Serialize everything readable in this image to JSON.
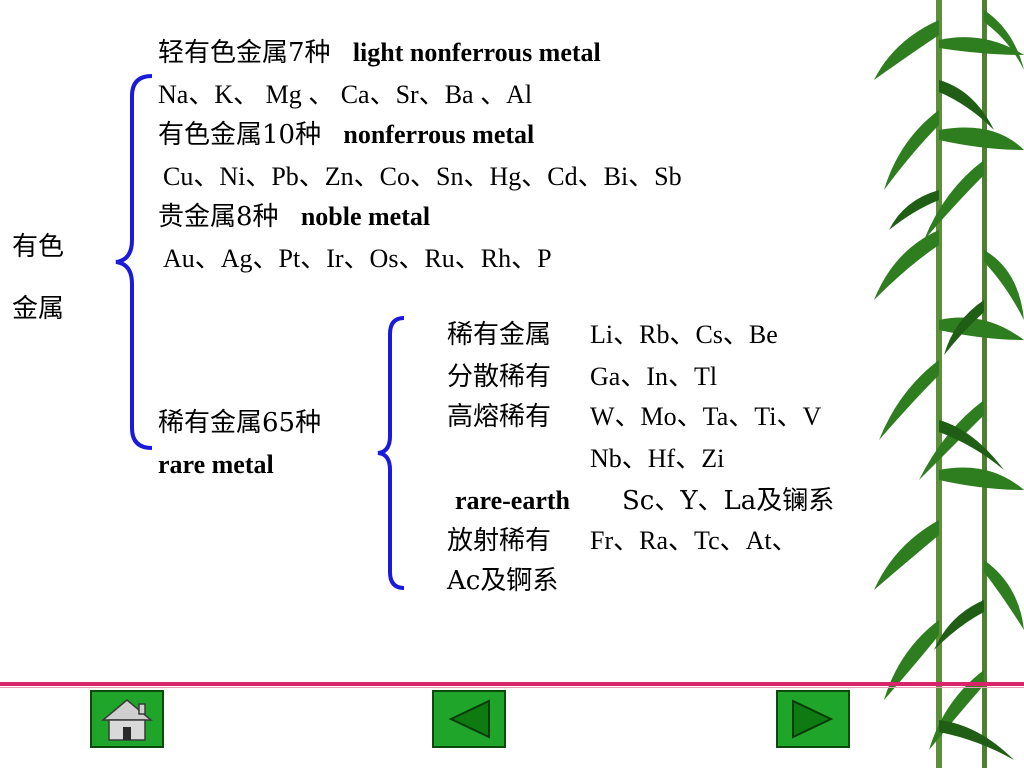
{
  "light": {
    "zh": "轻有色金属7种",
    "en": "light nonferrous metal",
    "elements": "Na、K、 Mg 、 Ca、Sr、Ba 、Al"
  },
  "nonferrous": {
    "zh": "有色金属10种",
    "en": "nonferrous metal",
    "elements": "Cu、Ni、Pb、Zn、Co、Sn、Hg、Cd、Bi、Sb"
  },
  "noble": {
    "zh": "贵金属8种",
    "en": "noble metal",
    "elements": "Au、Ag、Pt、Ir、Os、Ru、Rh、P"
  },
  "root": {
    "line1": "有色",
    "line2": "金属"
  },
  "rare": {
    "zh": "稀有金属65种",
    "en": "rare metal",
    "rows": [
      {
        "label": "稀有金属",
        "elements": "Li、Rb、Cs、Be"
      },
      {
        "label": "分散稀有",
        "elements": "Ga、In、Tl"
      },
      {
        "label": "高熔稀有",
        "elements": "W、Mo、Ta、Ti、V"
      },
      {
        "label": "",
        "elements": "Nb、Hf、Zi"
      },
      {
        "label": "rare-earth",
        "elements": "Sc、Y、La及镧系"
      },
      {
        "label": "放射稀有",
        "elements": "Fr、Ra、Tc、At、"
      },
      {
        "label": "",
        "elements": "Ac及锕系"
      }
    ]
  },
  "nav": {
    "home_icon": "home-icon",
    "prev_icon": "left-triangle-icon",
    "next_icon": "right-triangle-icon"
  },
  "colors": {
    "brace": "#1a1adb",
    "divider": "#d8246a",
    "button": "#1fa62a"
  }
}
